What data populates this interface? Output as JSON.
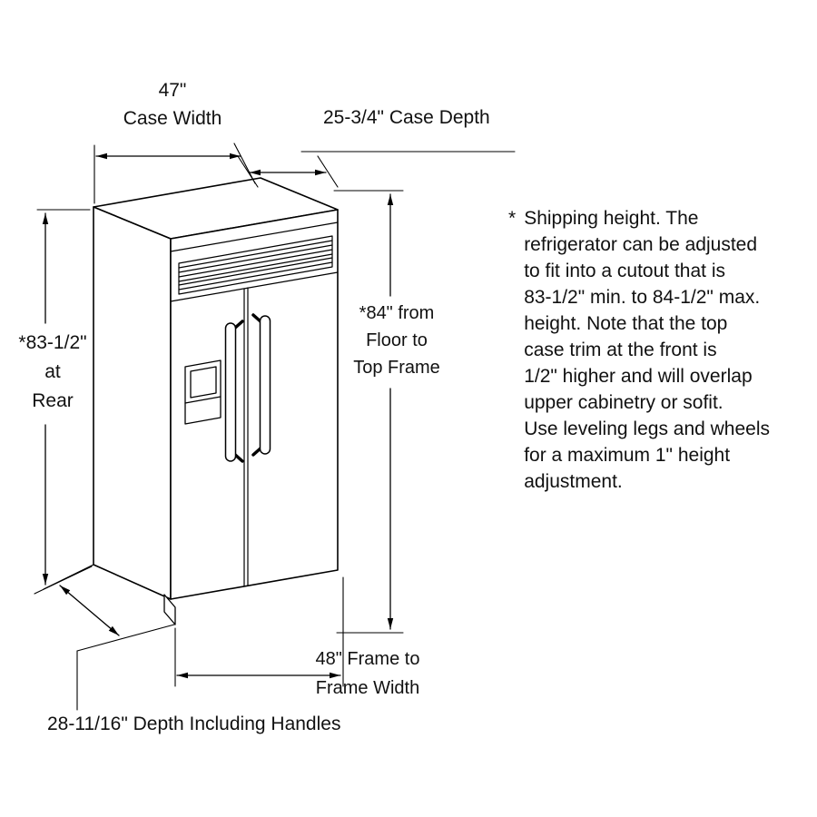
{
  "dimensions": {
    "case_width": "47\"\nCase Width",
    "case_depth": "25-3/4\" Case Depth",
    "rear_height": "*83-1/2\"\nat\nRear",
    "floor_to_top_frame": "*84\" from\nFloor to\nTop Frame",
    "frame_to_frame_width": "48\" Frame to\nFrame Width",
    "depth_including_handles": "28-11/16\" Depth Including Handles"
  },
  "footnote": {
    "bullet": "*",
    "text": "Shipping height. The\nrefrigerator can be adjusted\nto fit into a cutout that is\n83-1/2\" min. to 84-1/2\" max.\nheight. Note that the top\ncase trim at the front is\n1/2\" higher and will overlap\nupper cabinetry or sofit.\nUse leveling legs and wheels\nfor a maximum 1\" height\nadjustment."
  },
  "style": {
    "line_color": "#000000",
    "text_color": "#111111",
    "background": "#ffffff"
  },
  "subject": "side-by-side refrigerator installation dimension diagram"
}
